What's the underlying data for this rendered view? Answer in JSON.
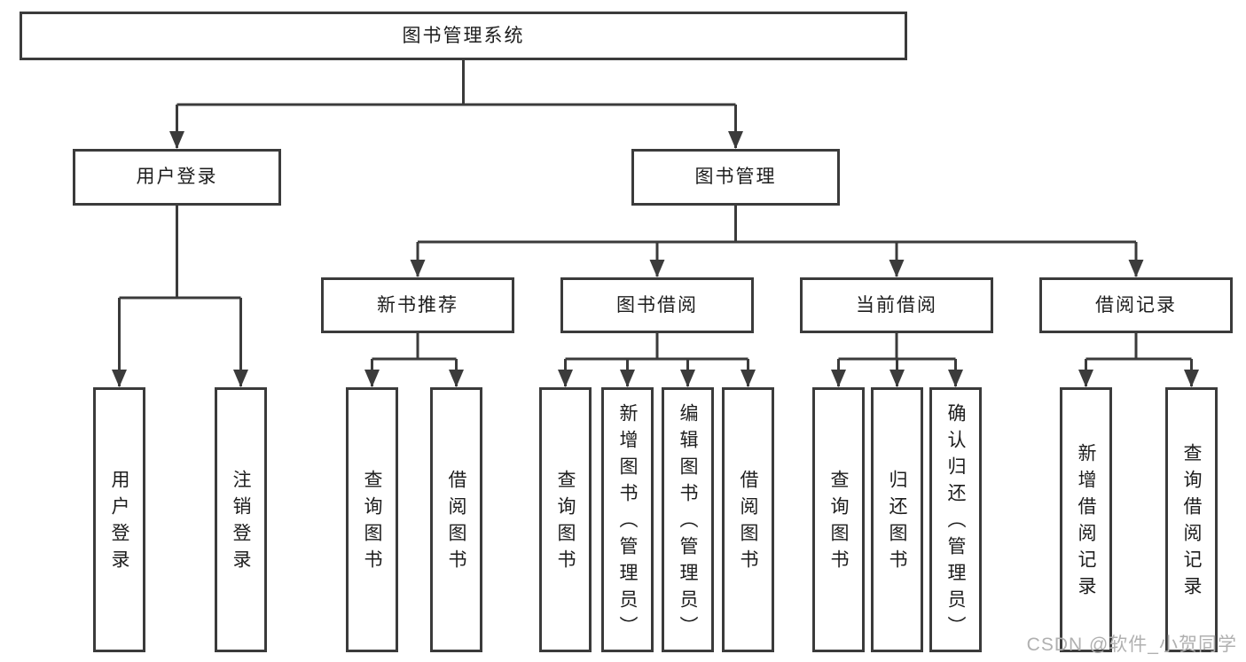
{
  "tree": {
    "root": "图书管理系统",
    "branches": [
      {
        "label": "用户登录",
        "children": [
          "用户登录",
          "注销登录"
        ]
      },
      {
        "label": "图书管理",
        "children": [
          {
            "label": "新书推荐",
            "children": [
              "查询图书",
              "借阅图书"
            ]
          },
          {
            "label": "图书借阅",
            "children": [
              "查询图书",
              "新增图书（管理员）",
              "编辑图书（管理员）",
              "借阅图书"
            ]
          },
          {
            "label": "当前借阅",
            "children": [
              "查询图书",
              "归还图书",
              "确认归还（管理员）"
            ]
          },
          {
            "label": "借阅记录",
            "children": [
              "新增借阅记录",
              "查询借阅记录"
            ]
          }
        ]
      }
    ]
  },
  "watermark": {
    "text": "CSDN @软件_小贺同学"
  },
  "colors": {
    "line": "#3b3b3b",
    "text": "#1d1d1d",
    "watermark": "#b0b0b0",
    "background": "#ffffff"
  }
}
